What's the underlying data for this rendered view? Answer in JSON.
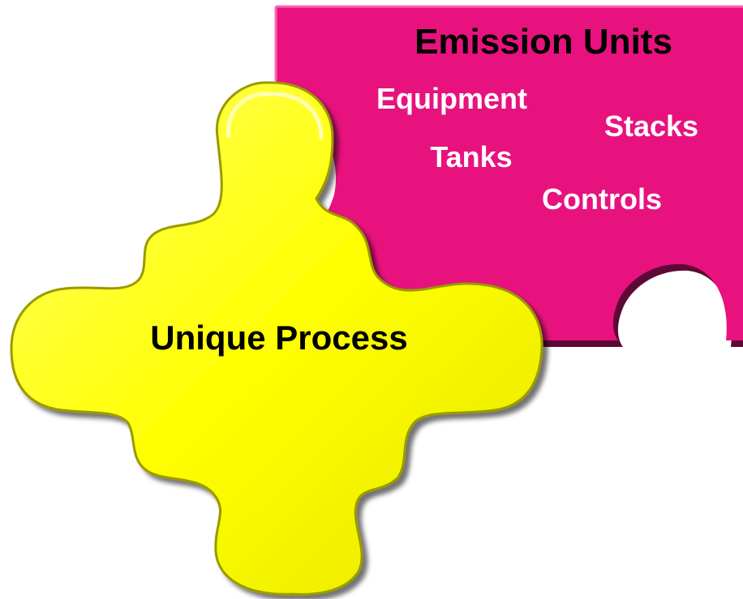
{
  "pieces": {
    "emission_units": {
      "title": "Emission Units",
      "items": [
        "Equipment",
        "Stacks",
        "Tanks",
        "Controls"
      ],
      "fill_color": "#e8127e",
      "title_color": "#000000",
      "item_color": "#ffffff"
    },
    "unique_process": {
      "title": "Unique Process",
      "fill_color": "#ffff00",
      "title_color": "#000000"
    }
  }
}
